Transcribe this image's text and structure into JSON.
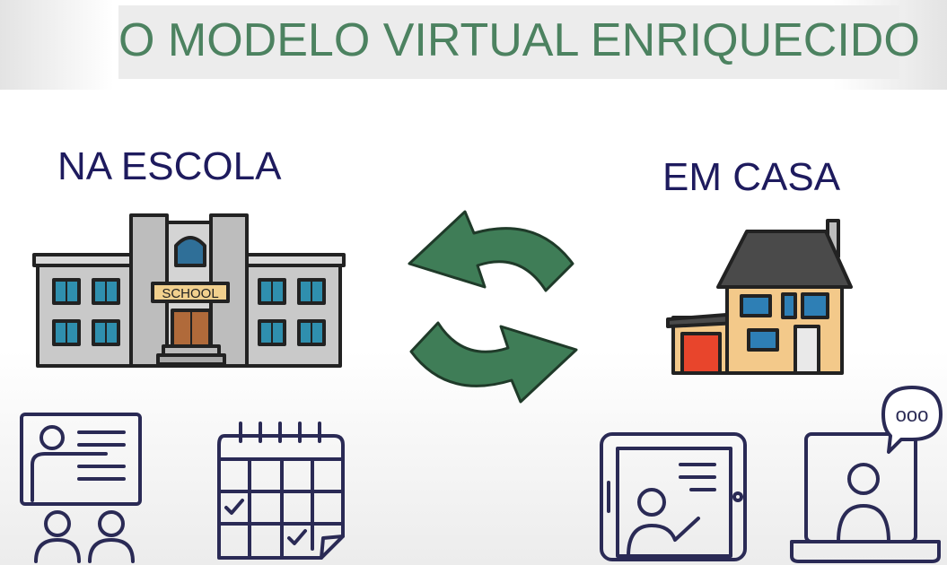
{
  "title": "O MODELO VIRTUAL ENRIQUECIDO",
  "left_label": "NA ESCOLA",
  "right_label": "EM CASA",
  "school_sign": "SCHOOL",
  "chat_bubble_text": "ooo",
  "colors": {
    "title": "#4c8260",
    "labels": "#1e1b5e",
    "arrows": "#3f7d57",
    "icon_stroke": "#2a2a55",
    "roof": "#4a4a4a",
    "house_wall": "#f3c98a",
    "garage_door": "#e8452c",
    "windows": "#2e7fb5"
  },
  "icons": [
    "school-building-icon",
    "cycle-arrows-icon",
    "house-icon",
    "teacher-presentation-icon",
    "calendar-icon",
    "tablet-teacher-icon",
    "laptop-chat-icon"
  ]
}
